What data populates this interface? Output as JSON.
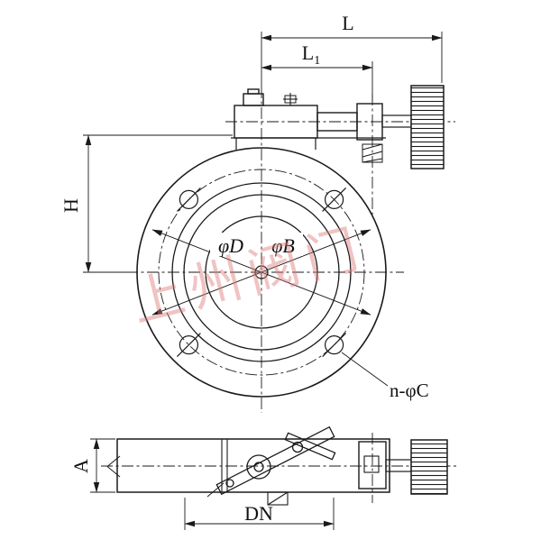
{
  "labels": {
    "L": "L",
    "L1_main": "L",
    "L1_sub": "1",
    "H": "H",
    "phi_D": "φD",
    "phi_B": "φB",
    "n_phi_C": "n-φC",
    "A": "A",
    "DN": "DN"
  },
  "watermark": {
    "text": "上州阀门",
    "color": "#e07b7b"
  },
  "colors": {
    "line": "#1a1a1a",
    "background": "#ffffff"
  }
}
